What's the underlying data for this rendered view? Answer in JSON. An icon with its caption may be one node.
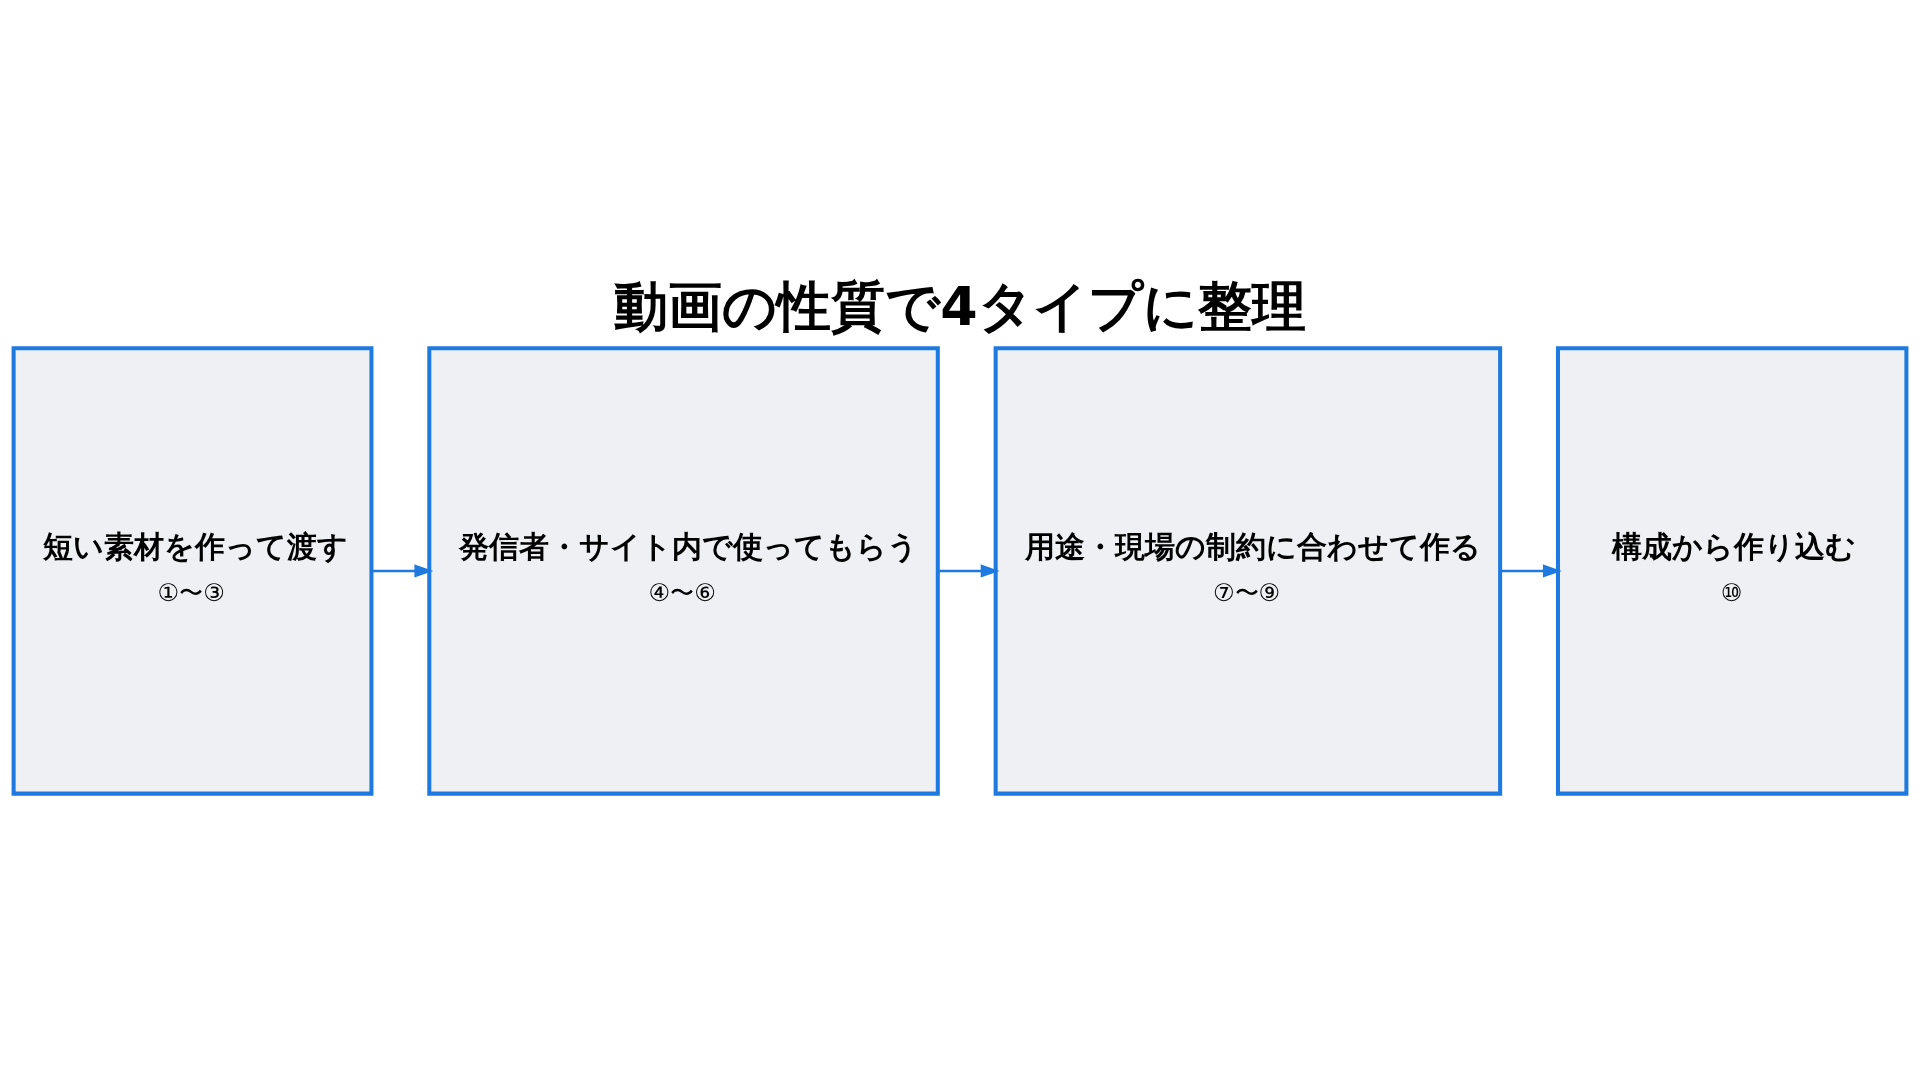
{
  "diagram": {
    "title": "動画の性質で4タイプに整理",
    "nodes": [
      {
        "text": [
          "短い素材を作って渡す",
          "①〜③"
        ]
      },
      {
        "text": [
          "発信者・サイト内で使ってもらう",
          "④〜⑥"
        ]
      },
      {
        "text": [
          "用途・現場の制約に合わせて作る",
          "⑦〜⑨"
        ]
      },
      {
        "text": [
          "構成から作り込む",
          "⑩"
        ]
      }
    ],
    "edges": [
      {
        "from": 0,
        "to": 1,
        "arrow": "to"
      },
      {
        "from": 1,
        "to": 2,
        "arrow": "to"
      },
      {
        "from": 2,
        "to": 3,
        "arrow": "to"
      }
    ]
  }
}
